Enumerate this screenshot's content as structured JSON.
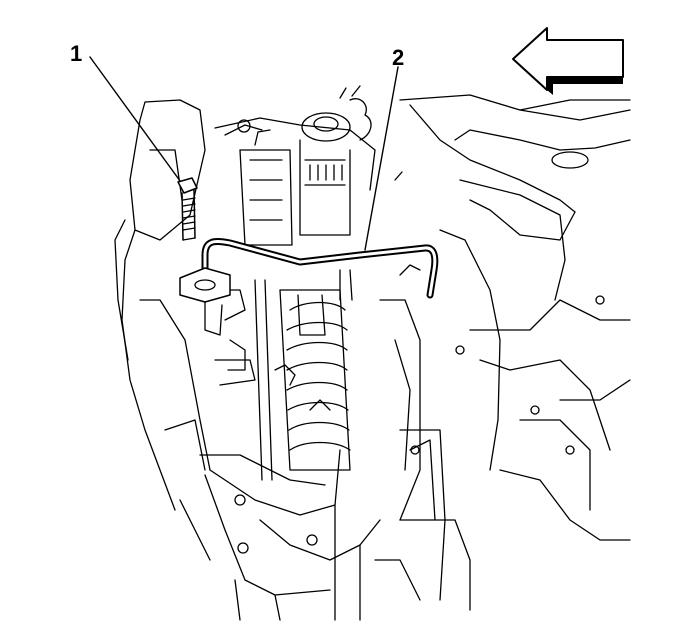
{
  "callouts": [
    {
      "id": "1",
      "label": "1"
    },
    {
      "id": "2",
      "label": "2"
    }
  ],
  "direction_arrow": {
    "icon": "left-arrow-icon",
    "meaning": "vehicle front"
  },
  "colors": {
    "ink": "#000000",
    "paper": "#ffffff",
    "highlight": "#000000"
  }
}
